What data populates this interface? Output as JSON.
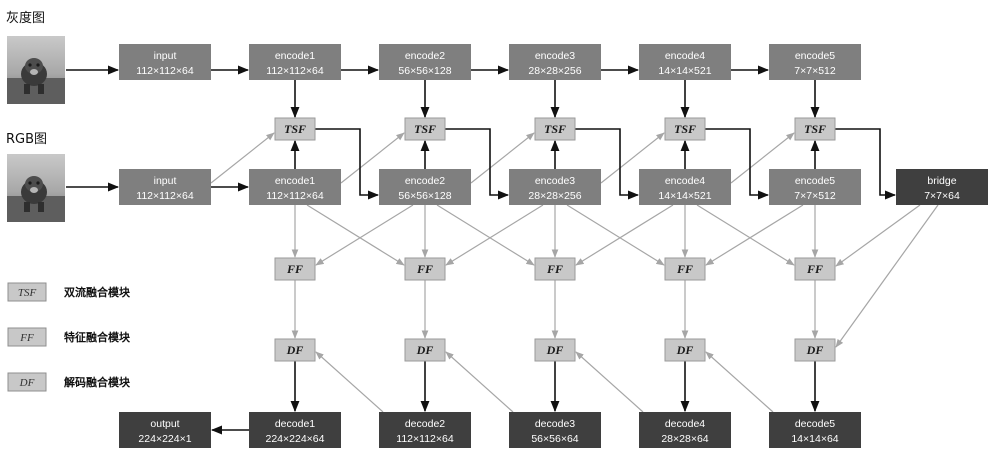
{
  "labels": {
    "gray_title": "灰度图",
    "rgb_title": "RGB图"
  },
  "gray_row": [
    {
      "name": "input",
      "dims": "112×112×64"
    },
    {
      "name": "encode1",
      "dims": "112×112×64"
    },
    {
      "name": "encode2",
      "dims": "56×56×128"
    },
    {
      "name": "encode3",
      "dims": "28×28×256"
    },
    {
      "name": "encode4",
      "dims": "14×14×521"
    },
    {
      "name": "encode5",
      "dims": "7×7×512"
    }
  ],
  "rgb_row": [
    {
      "name": "input",
      "dims": "112×112×64"
    },
    {
      "name": "encode1",
      "dims": "112×112×64"
    },
    {
      "name": "encode2",
      "dims": "56×56×128"
    },
    {
      "name": "encode3",
      "dims": "28×28×256"
    },
    {
      "name": "encode4",
      "dims": "14×14×521"
    },
    {
      "name": "encode5",
      "dims": "7×7×512"
    }
  ],
  "bridge": {
    "name": "bridge",
    "dims": "7×7×64"
  },
  "decode_row": [
    {
      "name": "output",
      "dims": "224×224×1"
    },
    {
      "name": "decode1",
      "dims": "224×224×64"
    },
    {
      "name": "decode2",
      "dims": "112×112×64"
    },
    {
      "name": "decode3",
      "dims": "56×56×64"
    },
    {
      "name": "decode4",
      "dims": "28×28×64"
    },
    {
      "name": "decode5",
      "dims": "14×14×64"
    }
  ],
  "modules": {
    "tsf": "TSF",
    "ff": "FF",
    "df": "DF"
  },
  "legend": [
    {
      "abbr": "TSF",
      "text": "双流融合模块"
    },
    {
      "abbr": "FF",
      "text": "特征融合模块"
    },
    {
      "abbr": "DF",
      "text": "解码融合模块"
    }
  ],
  "colors": {
    "encoder_box": "#7f7f7f",
    "decoder_box": "#3f3f3f",
    "module_box": "#c8c8c8",
    "arrow_dark": "#111111",
    "arrow_light": "#a6a6a6"
  }
}
